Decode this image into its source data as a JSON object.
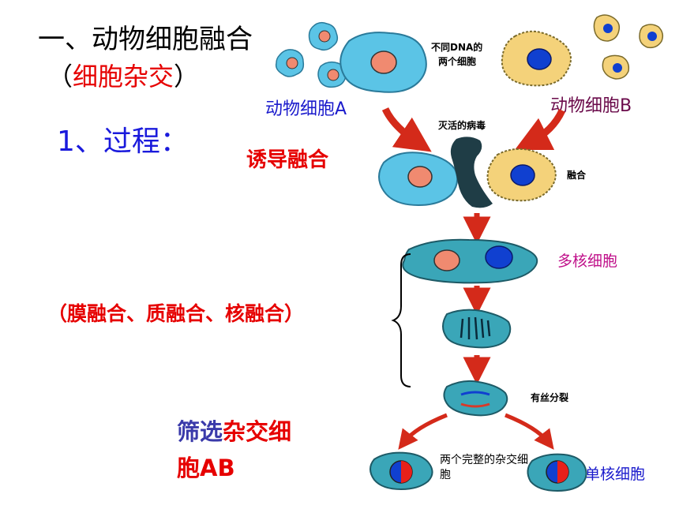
{
  "heading": {
    "title": "一、动物细胞融合",
    "subtitle_open": "（",
    "subtitle_red": "细胞杂交",
    "subtitle_close": "）",
    "step": "1、过程："
  },
  "labels": {
    "induce_fusion": "诱导融合",
    "fusion_types": "（膜融合、质融合、核融合）",
    "screen_prefix": "筛选",
    "screen_highlight": "杂交细",
    "screen_line2": "胞AB",
    "cell_a": "动物细胞A",
    "cell_b": "动物细胞B",
    "multinucleate": "多核细胞",
    "mononucleate": "单核细胞",
    "hybrid_cells": "两个完整的杂交细胞"
  },
  "figure_text": {
    "dna_cells": "不同DNA的两个细胞",
    "virus": "灭活的病毒",
    "fusion": "融合",
    "mitosis": "有丝分裂"
  },
  "colors": {
    "red": "#e60000",
    "blue": "#1a1adc",
    "cell_a_fill": "#5bc4e6",
    "cell_b_fill": "#f4d27a",
    "nucleus_a": "#f08a70",
    "nucleus_b": "#1040d0",
    "arrow": "#d42a1a"
  }
}
